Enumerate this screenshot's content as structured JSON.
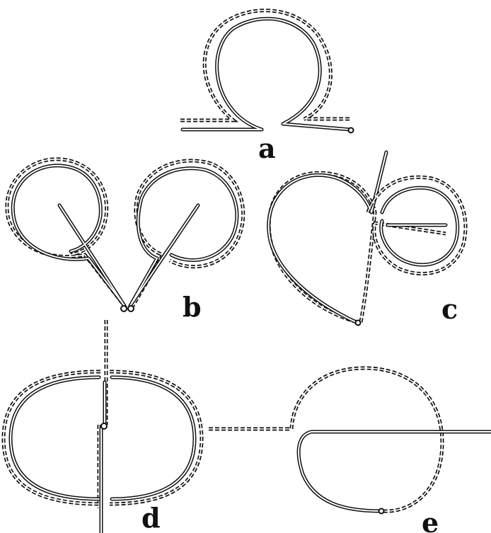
{
  "figure": {
    "background": "#ffffff",
    "ink": "#111111",
    "panels": [
      {
        "id": "a",
        "label": "a"
      },
      {
        "id": "b",
        "label": "b"
      },
      {
        "id": "c",
        "label": "c"
      },
      {
        "id": "d",
        "label": "d"
      },
      {
        "id": "e",
        "label": "e"
      }
    ]
  }
}
